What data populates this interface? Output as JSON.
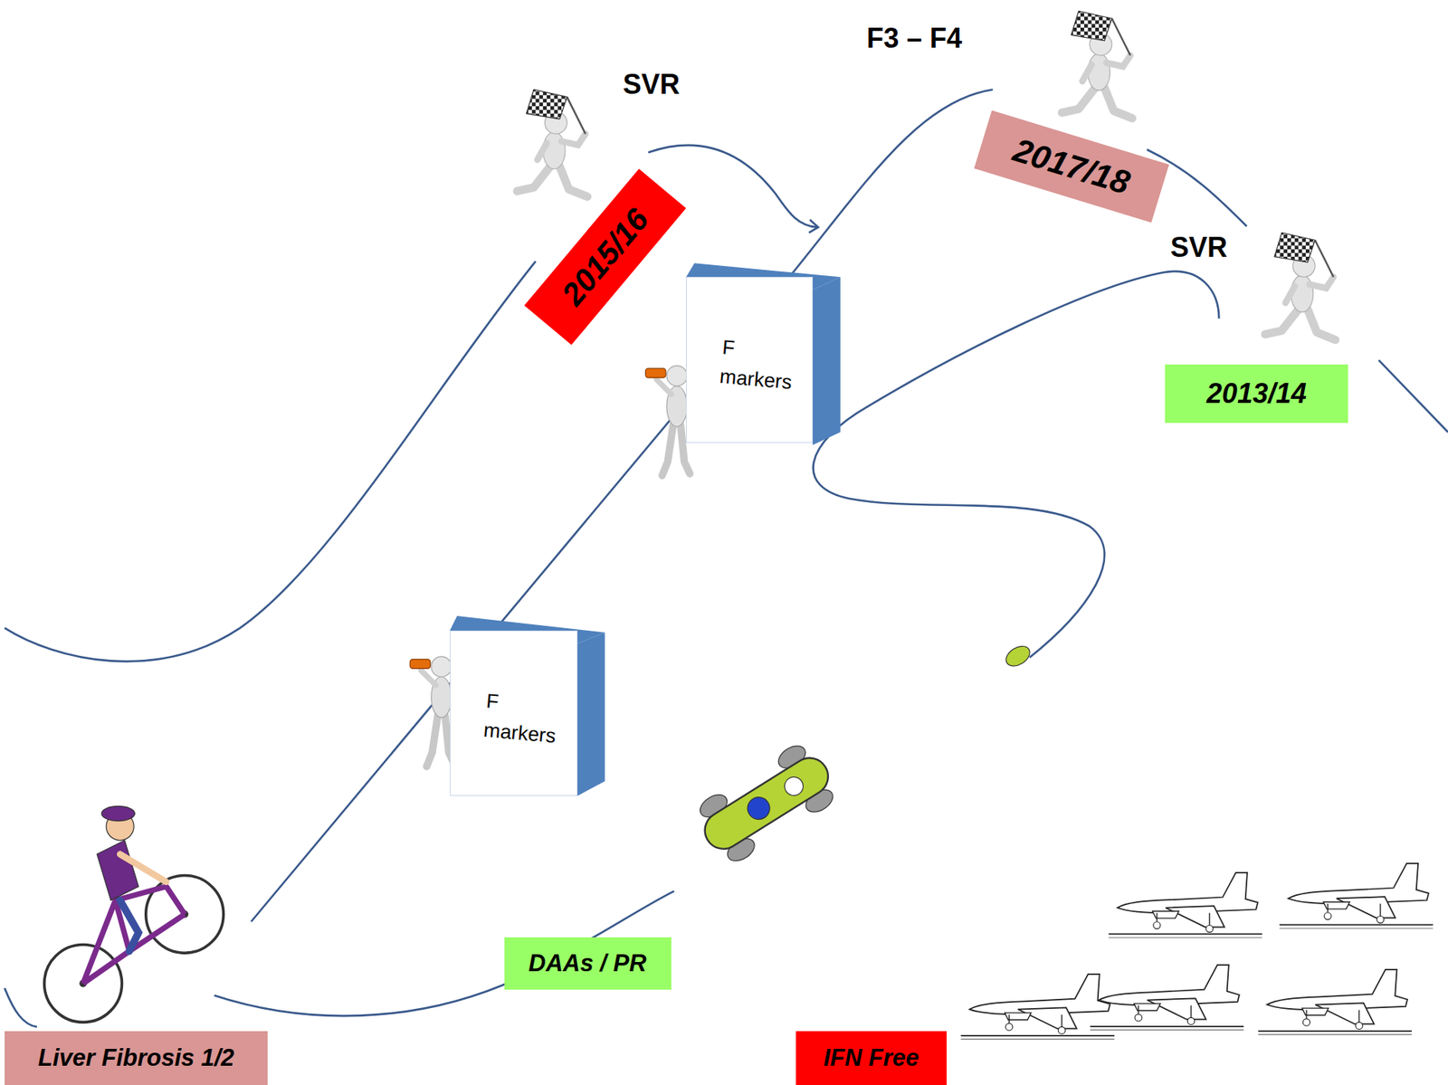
{
  "diagram": {
    "nodes": [
      {
        "text": [
          "2017/18"
        ]
      },
      {
        "text": [
          "2015/16"
        ]
      },
      {
        "text": [
          "F markers"
        ]
      },
      {
        "text": [
          "2013/14"
        ]
      },
      {
        "text": [
          "F markers"
        ]
      },
      {
        "text": [
          "DAAs / PR"
        ]
      },
      {
        "text": [
          "Liver Fibrosis 1/2"
        ]
      },
      {
        "text": [
          "IFN Free"
        ]
      }
    ],
    "labels": [
      "F3 – F4",
      "SVR",
      "SVR"
    ]
  }
}
